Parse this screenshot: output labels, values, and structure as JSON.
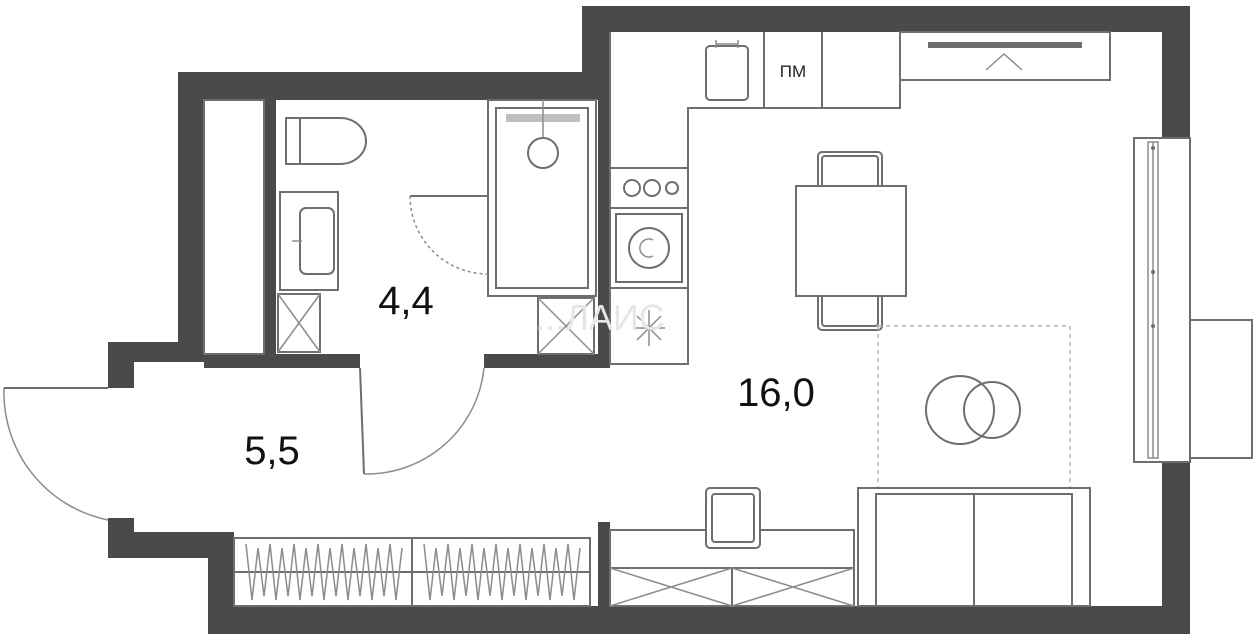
{
  "rooms": {
    "bathroom_area": "4,4",
    "hall_area": "5,5",
    "living_area": "16,0"
  },
  "fixtures": {
    "fridge_label": "ПМ"
  },
  "watermark": "...ЛАИС",
  "colors": {
    "wall": "#4a4a4a",
    "line": "#6e6e6e",
    "text": "#111111"
  }
}
